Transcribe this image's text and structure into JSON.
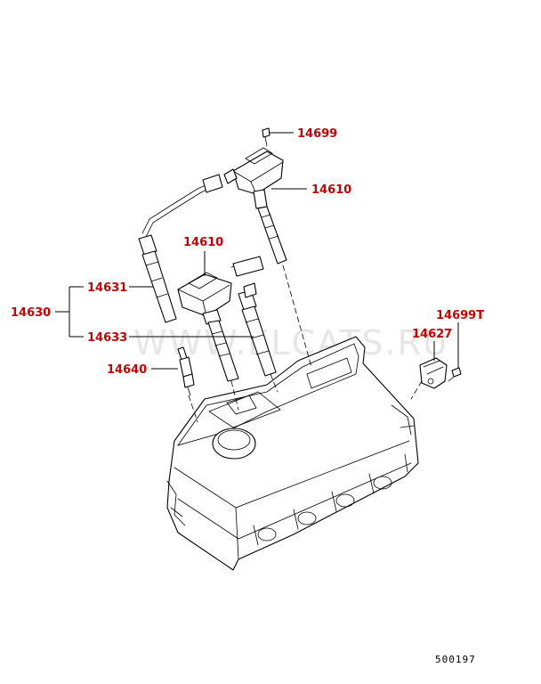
{
  "watermark": "WWW.ELCATS.RU",
  "diagram_id": "500197",
  "colors": {
    "callout": "#cc0000",
    "line": "#000000",
    "background": "#ffffff",
    "watermark": "#e6e6e6"
  },
  "callouts": {
    "p14699": "14699",
    "p14610_upper": "14610",
    "p14610_lower": "14610",
    "p14631": "14631",
    "p14630": "14630",
    "p14633": "14633",
    "p14640": "14640",
    "p14699T": "14699T",
    "p14627": "14627"
  }
}
